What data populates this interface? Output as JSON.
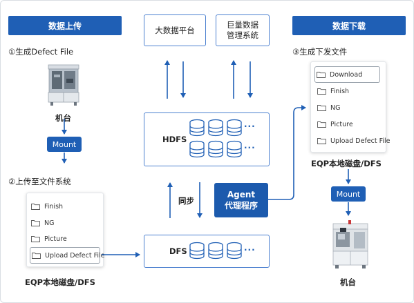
{
  "upload": {
    "header": "数据上传",
    "step1": "①生成Defect File",
    "machine_label": "机台",
    "mount": "Mount",
    "step2": "②上传至文件系统",
    "files": [
      "Finish",
      "NG",
      "Picture",
      "Upload Defect File"
    ],
    "fs_label": "EQP本地磁盘/DFS"
  },
  "center": {
    "bigdata": "大数据平台",
    "massive_line1": "巨量数据",
    "massive_line2": "管理系统",
    "hdfs": "HDFS",
    "dfs": "DFS",
    "sync": "同步",
    "agent_line1": "Agent",
    "agent_line2": "代理程序",
    "more": "···"
  },
  "download": {
    "header": "数据下载",
    "step3": "③生成下发文件",
    "files": [
      "Download",
      "Finish",
      "NG",
      "Picture",
      "Upload Defect File"
    ],
    "fs_label": "EQP本地磁盘/DFS",
    "mount": "Mount",
    "machine_label": "机台"
  },
  "colors": {
    "primary": "#1f5fb5",
    "border": "#4a7fcf",
    "db_fill": "#ffffff",
    "db_stroke": "#1f5fb5"
  }
}
